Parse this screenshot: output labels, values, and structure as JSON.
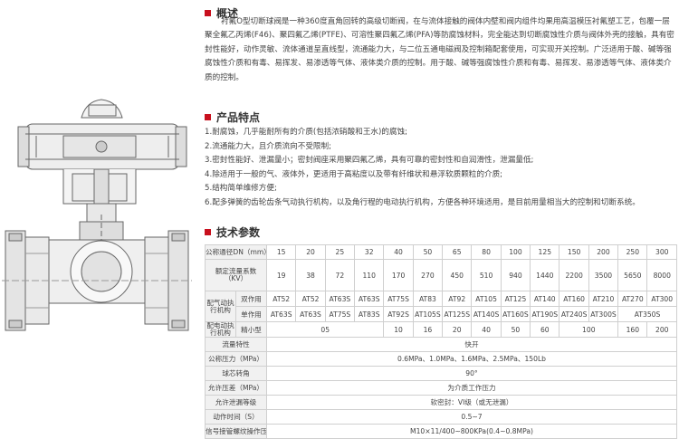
{
  "overview": {
    "title": "概述",
    "paragraph": "衬氟O型切断球阀是一种360度直角回转的高级切断阀，在与流体接触的阀体内壁和阀内组件均果用高温模压衬氟塑工艺，包覆一层聚全氟乙丙烯(F46)、聚四氟乙烯(PTFE)、可溶性聚四氟乙烯(PFA)等防腐蚀材料，完全能达到切断腐蚀性介质与阀体外壳的接触，具有密封性能好，动作灵敏、流体通道呈直线型，流通能力大，与二位五通电磁阀及控制箱配套使用，可实现开关控制。广泛适用于酸、碱等强腐蚀性介质和有毒、易挥发、易渗透等气体、液体类介质的控制。用于酸、碱等强腐蚀性介质和有毒、易挥发、易渗透等气体、液体类介质的控制。"
  },
  "features": {
    "title": "产品特点",
    "items": [
      "1.耐腐蚀，几乎能耐所有的介质(包括浓硝酸和王水)的腐蚀;",
      "2.流通能力大，且介质流向不受限制;",
      "3.密封性能好、泄漏量小；密封阀座采用聚四氟乙烯，具有可靠的密封性和自润滑性，泄漏量低;",
      "4.除适用于一般的气、液体外，更适用于高粘度以及带有纤维状和悬浮软质颗粒的介质;",
      "5.结构简单维修方便;",
      "6.配多弹簧的齿轮齿条气动执行机构，以及角行程的电动执行机构，方便各种环境适用，是目前用量相当大的控制和切断系统。"
    ]
  },
  "specs": {
    "title": "技术参数",
    "dn_label": "公称通径DN（mm）",
    "dn": [
      "15",
      "20",
      "25",
      "32",
      "40",
      "50",
      "65",
      "80",
      "100",
      "125",
      "150",
      "200",
      "250",
      "300"
    ],
    "flow_label": "额定流量系数（KV）",
    "flow": [
      "19",
      "38",
      "72",
      "110",
      "170",
      "270",
      "450",
      "510",
      "940",
      "1440",
      "2200",
      "3500",
      "5650",
      "8000"
    ],
    "pneumatic_label": "配气动执行机构",
    "double_label": "双作用",
    "double": [
      "AT52",
      "AT52",
      "AT63S",
      "AT63S",
      "AT75S",
      "AT83",
      "AT92",
      "AT105",
      "AT125",
      "AT140",
      "AT160",
      "AT210",
      "AT270",
      "AT300"
    ],
    "single_label": "单作用",
    "single": [
      "AT63S",
      "AT63S",
      "AT75S",
      "AT83S",
      "AT92S",
      "AT105S",
      "AT125S",
      "AT140S",
      "AT160S",
      "AT190S",
      "AT240S",
      "AT300S",
      "AT350S"
    ],
    "electric_label": "配电动执行机构",
    "precision_label": "精小型",
    "precision": [
      "05",
      "10",
      "16",
      "20",
      "40",
      "50",
      "60",
      "100",
      "160",
      "200"
    ],
    "rows": [
      {
        "label": "流量特性",
        "value": "快开"
      },
      {
        "label": "公称压力（MPa）",
        "value": "0.6MPa、1.0MPa、1.6MPa、2.5MPa、150Lb"
      },
      {
        "label": "球芯转角",
        "value": "90°"
      },
      {
        "label": "允许压差（MPa）",
        "value": "为介质工作压力"
      },
      {
        "label": "允许泄漏等级",
        "value": "软密封：VI级（或无泄漏）"
      },
      {
        "label": "动作时间（S）",
        "value": "0.5~7"
      },
      {
        "label": "信号接管螺纹操作压力",
        "value": "M10×11/400~800KPa(0.4~0.8MPa)"
      }
    ]
  },
  "colors": {
    "accent": "#c8101e",
    "border": "#cfcfcf",
    "header_bg": "#f1f1f1"
  }
}
